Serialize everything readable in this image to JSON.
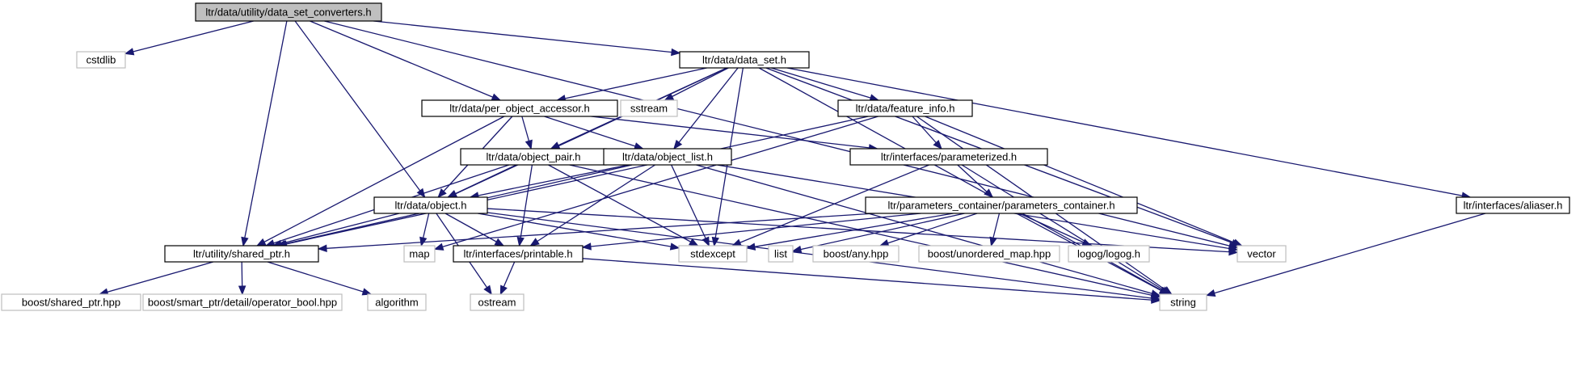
{
  "graph": {
    "nodes": [
      {
        "id": "root",
        "label": "ltr/data/utility/data_set_converters.h",
        "kind": "root"
      },
      {
        "id": "cstdlib",
        "label": "cstdlib",
        "kind": "external"
      },
      {
        "id": "data_set",
        "label": "ltr/data/data_set.h",
        "kind": "local"
      },
      {
        "id": "per_obj",
        "label": "ltr/data/per_object_accessor.h",
        "kind": "local"
      },
      {
        "id": "sstream",
        "label": "sstream",
        "kind": "external"
      },
      {
        "id": "feature_info",
        "label": "ltr/data/feature_info.h",
        "kind": "local"
      },
      {
        "id": "object_pair",
        "label": "ltr/data/object_pair.h",
        "kind": "local"
      },
      {
        "id": "object_list",
        "label": "ltr/data/object_list.h",
        "kind": "local"
      },
      {
        "id": "parameterized",
        "label": "ltr/interfaces/parameterized.h",
        "kind": "local"
      },
      {
        "id": "object",
        "label": "ltr/data/object.h",
        "kind": "local"
      },
      {
        "id": "params_container",
        "label": "ltr/parameters_container/parameters_container.h",
        "kind": "local"
      },
      {
        "id": "aliaser",
        "label": "ltr/interfaces/aliaser.h",
        "kind": "local"
      },
      {
        "id": "shared_ptr",
        "label": "ltr/utility/shared_ptr.h",
        "kind": "local"
      },
      {
        "id": "map",
        "label": "map",
        "kind": "external"
      },
      {
        "id": "printable",
        "label": "ltr/interfaces/printable.h",
        "kind": "local"
      },
      {
        "id": "stdexcept",
        "label": "stdexcept",
        "kind": "external"
      },
      {
        "id": "list",
        "label": "list",
        "kind": "external"
      },
      {
        "id": "boost_any",
        "label": "boost/any.hpp",
        "kind": "external"
      },
      {
        "id": "unordered_map",
        "label": "boost/unordered_map.hpp",
        "kind": "external"
      },
      {
        "id": "logog",
        "label": "logog/logog.h",
        "kind": "external"
      },
      {
        "id": "vector",
        "label": "vector",
        "kind": "external"
      },
      {
        "id": "boost_shared",
        "label": "boost/shared_ptr.hpp",
        "kind": "external"
      },
      {
        "id": "operator_bool",
        "label": "boost/smart_ptr/detail/operator_bool.hpp",
        "kind": "external"
      },
      {
        "id": "algorithm",
        "label": "algorithm",
        "kind": "external"
      },
      {
        "id": "ostream",
        "label": "ostream",
        "kind": "external"
      },
      {
        "id": "string",
        "label": "string",
        "kind": "external"
      }
    ],
    "edges": [
      [
        "root",
        "cstdlib"
      ],
      [
        "root",
        "data_set"
      ],
      [
        "root",
        "per_obj"
      ],
      [
        "root",
        "object"
      ],
      [
        "root",
        "shared_ptr"
      ],
      [
        "root",
        "vector"
      ],
      [
        "data_set",
        "per_obj"
      ],
      [
        "data_set",
        "sstream"
      ],
      [
        "data_set",
        "feature_info"
      ],
      [
        "data_set",
        "object_pair"
      ],
      [
        "data_set",
        "object_list"
      ],
      [
        "data_set",
        "object"
      ],
      [
        "data_set",
        "stdexcept"
      ],
      [
        "data_set",
        "vector"
      ],
      [
        "data_set",
        "string"
      ],
      [
        "data_set",
        "aliaser"
      ],
      [
        "per_obj",
        "shared_ptr"
      ],
      [
        "per_obj",
        "object"
      ],
      [
        "per_obj",
        "object_pair"
      ],
      [
        "per_obj",
        "object_list"
      ],
      [
        "per_obj",
        "parameterized"
      ],
      [
        "feature_info",
        "parameterized"
      ],
      [
        "feature_info",
        "shared_ptr"
      ],
      [
        "feature_info",
        "map"
      ],
      [
        "feature_info",
        "vector"
      ],
      [
        "feature_info",
        "string"
      ],
      [
        "object_pair",
        "object"
      ],
      [
        "object_pair",
        "shared_ptr"
      ],
      [
        "object_pair",
        "printable"
      ],
      [
        "object_pair",
        "stdexcept"
      ],
      [
        "object_pair",
        "string"
      ],
      [
        "object_list",
        "object"
      ],
      [
        "object_list",
        "shared_ptr"
      ],
      [
        "object_list",
        "printable"
      ],
      [
        "object_list",
        "stdexcept"
      ],
      [
        "object_list",
        "vector"
      ],
      [
        "object_list",
        "string"
      ],
      [
        "parameterized",
        "params_container"
      ],
      [
        "parameterized",
        "stdexcept"
      ],
      [
        "parameterized",
        "string"
      ],
      [
        "params_container",
        "shared_ptr"
      ],
      [
        "params_container",
        "printable"
      ],
      [
        "params_container",
        "stdexcept"
      ],
      [
        "params_container",
        "list"
      ],
      [
        "params_container",
        "boost_any"
      ],
      [
        "params_container",
        "unordered_map"
      ],
      [
        "params_container",
        "logog"
      ],
      [
        "params_container",
        "string"
      ],
      [
        "object",
        "shared_ptr"
      ],
      [
        "object",
        "map"
      ],
      [
        "object",
        "printable"
      ],
      [
        "object",
        "stdexcept"
      ],
      [
        "object",
        "vector"
      ],
      [
        "object",
        "ostream"
      ],
      [
        "object",
        "string"
      ],
      [
        "shared_ptr",
        "boost_shared"
      ],
      [
        "shared_ptr",
        "operator_bool"
      ],
      [
        "shared_ptr",
        "algorithm"
      ],
      [
        "printable",
        "ostream"
      ],
      [
        "printable",
        "string"
      ],
      [
        "aliaser",
        "string"
      ]
    ]
  },
  "colors": {
    "edge": "#191970",
    "root_fill": "#bfbfbf",
    "local_border": "#000000",
    "external_border": "#bfbfbf"
  }
}
